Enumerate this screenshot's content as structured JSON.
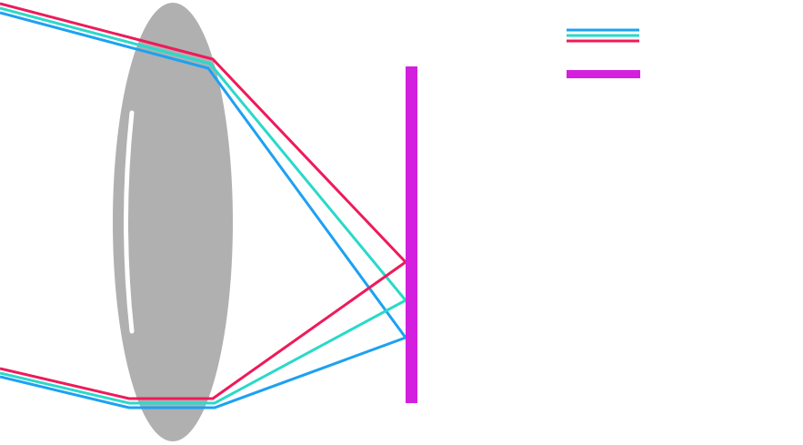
{
  "figure": {
    "description_visible_text": "",
    "colors": {
      "background": "#ffffff",
      "lens": "#b0b0b0",
      "lens_highlight": "#ffffff",
      "ray_blue": "#1da1f2",
      "ray_cyan": "#2ad9c9",
      "ray_red": "#ee1a5a",
      "sensor": "#d320de"
    },
    "elements": [
      {
        "name": "lens",
        "shape": "ellipse"
      },
      {
        "name": "sensor",
        "shape": "bar"
      },
      {
        "name": "rays",
        "colors": [
          "blue",
          "cyan",
          "red"
        ]
      }
    ],
    "legend": {
      "entries": [
        {
          "symbol": "three-line-rays",
          "label": ""
        },
        {
          "symbol": "sensor-bar",
          "label": ""
        }
      ]
    }
  }
}
